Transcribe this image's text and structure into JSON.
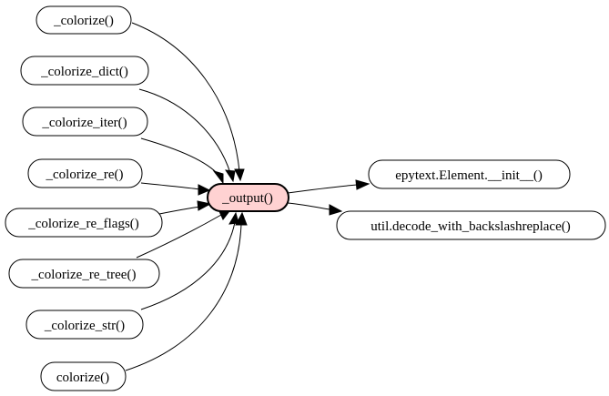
{
  "graph": {
    "center": {
      "label": "_output()",
      "fill": "#ffd2d2"
    },
    "callers": [
      {
        "label": "_colorize()"
      },
      {
        "label": "_colorize_dict()"
      },
      {
        "label": "_colorize_iter()"
      },
      {
        "label": "_colorize_re()"
      },
      {
        "label": "_colorize_re_flags()"
      },
      {
        "label": "_colorize_re_tree()"
      },
      {
        "label": "_colorize_str()"
      },
      {
        "label": "colorize()"
      }
    ],
    "callees": [
      {
        "label": "epytext.Element.__init__()"
      },
      {
        "label": "util.decode_with_backslashreplace()"
      }
    ]
  }
}
